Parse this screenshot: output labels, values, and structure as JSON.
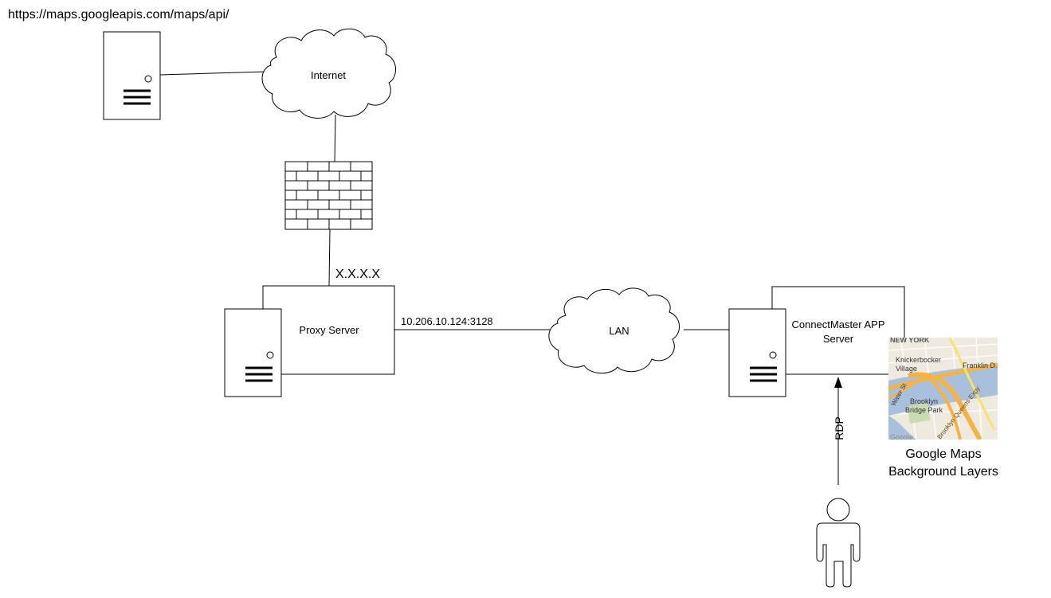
{
  "url": "https://maps.googleapis.com/maps/api/",
  "internet": "Internet",
  "public_ip": "X.X.X.X",
  "proxy": "Proxy Server",
  "proxy_address": "10.206.10.124:3128",
  "lan": "LAN",
  "app_server": "ConnectMaster APP Server",
  "connection": "RDP",
  "maps_layers": "Google Maps Background Layers",
  "map_thumbnail": {
    "labels": [
      "NEW YORK",
      "Knickerbocker Village",
      "Franklin D.",
      "Water St",
      "Brooklyn Bridge Park",
      "Brooklyn Queens Expy",
      "Google"
    ]
  },
  "colors": {
    "water": "#a9c0dc",
    "land": "#eeeae0",
    "highway": "#f5b345",
    "major_road": "#f7e36a"
  }
}
